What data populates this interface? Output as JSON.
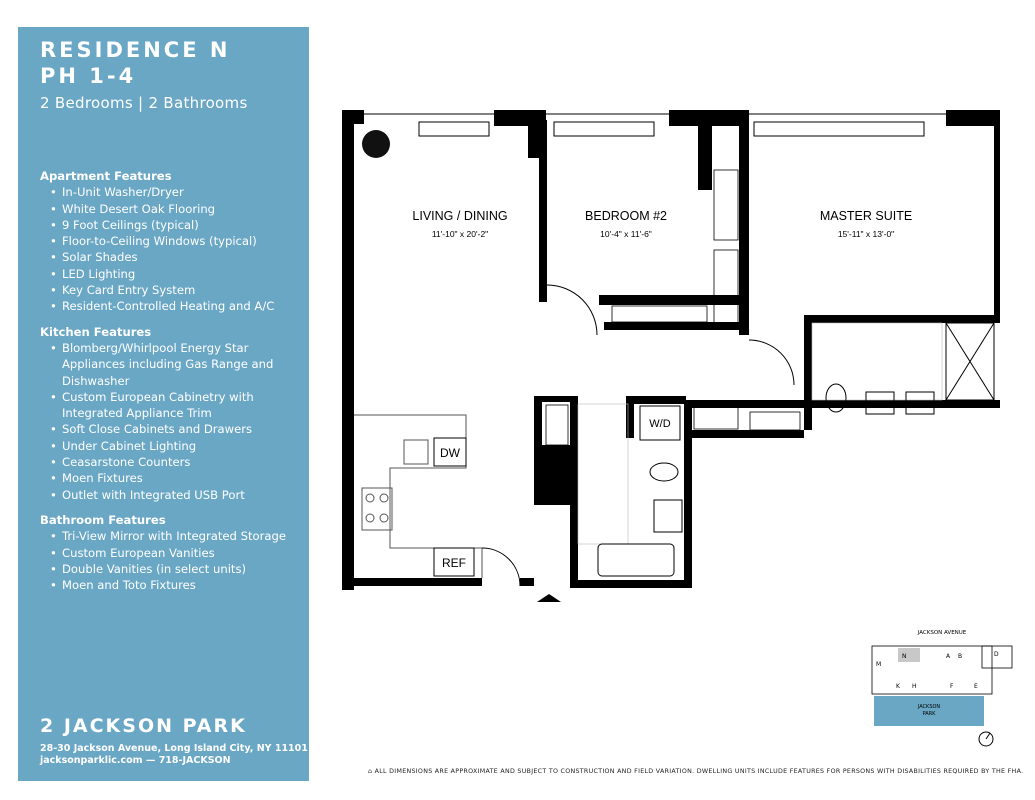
{
  "residence": {
    "title_line1": "RESIDENCE N",
    "title_line2": "PH 1-4",
    "subtitle": "2 Bedrooms | 2 Bathrooms"
  },
  "sections": [
    {
      "heading": "Apartment Features",
      "items": [
        "In-Unit Washer/Dryer",
        "White Desert Oak Flooring",
        "9 Foot Ceilings (typical)",
        "Floor-to-Ceiling Windows (typical)",
        "Solar Shades",
        "LED Lighting",
        "Key Card Entry System",
        "Resident-Controlled Heating and A/C"
      ]
    },
    {
      "heading": "Kitchen Features",
      "items": [
        "Blomberg/Whirlpool Energy Star Appliances including Gas Range and Dishwasher",
        "Custom European Cabinetry with Integrated Appliance Trim",
        "Soft Close Cabinets and Drawers",
        "Under Cabinet Lighting",
        "Ceasarstone Counters",
        "Moen Fixtures",
        "Outlet with Integrated USB Port"
      ]
    },
    {
      "heading": "Bathroom Features",
      "items": [
        "Tri-View Mirror with Integrated Storage",
        "Custom European Vanities",
        "Double Vanities (in select units)",
        "Moen and Toto Fixtures"
      ]
    }
  ],
  "brand": {
    "name": "2 JACKSON PARK",
    "address": "28-30 Jackson Avenue, Long Island City, NY 11101",
    "contact": "jacksonparklic.com — 718-JACKSON"
  },
  "rooms": {
    "living": {
      "name": "LIVING / DINING",
      "dims": "11'-10\" x 20'-2\""
    },
    "bedroom2": {
      "name": "BEDROOM #2",
      "dims": "10'-4\" x 11'-6\""
    },
    "master": {
      "name": "MASTER SUITE",
      "dims": "15'-11\" x 13'-0\""
    },
    "dw": "DW",
    "ref": "REF",
    "wd": "W/D"
  },
  "keymap": {
    "street": "JACKSON AVENUE",
    "park_line1": "JACKSON",
    "park_line2": "PARK",
    "units": [
      "N",
      "A",
      "B",
      "D",
      "M",
      "K",
      "H",
      "F",
      "E"
    ],
    "highlight": "N"
  },
  "disclaimer": "ALL DIMENSIONS ARE APPROXIMATE AND SUBJECT TO CONSTRUCTION AND FIELD VARIATION. DWELLING UNITS INCLUDE FEATURES FOR PERSONS WITH DISABILITIES REQUIRED BY THE FHA.",
  "colors": {
    "panel": "#6aa7c5",
    "wall": "#000000",
    "park": "#6aa7c5",
    "highlight": "#c8c8c8"
  }
}
